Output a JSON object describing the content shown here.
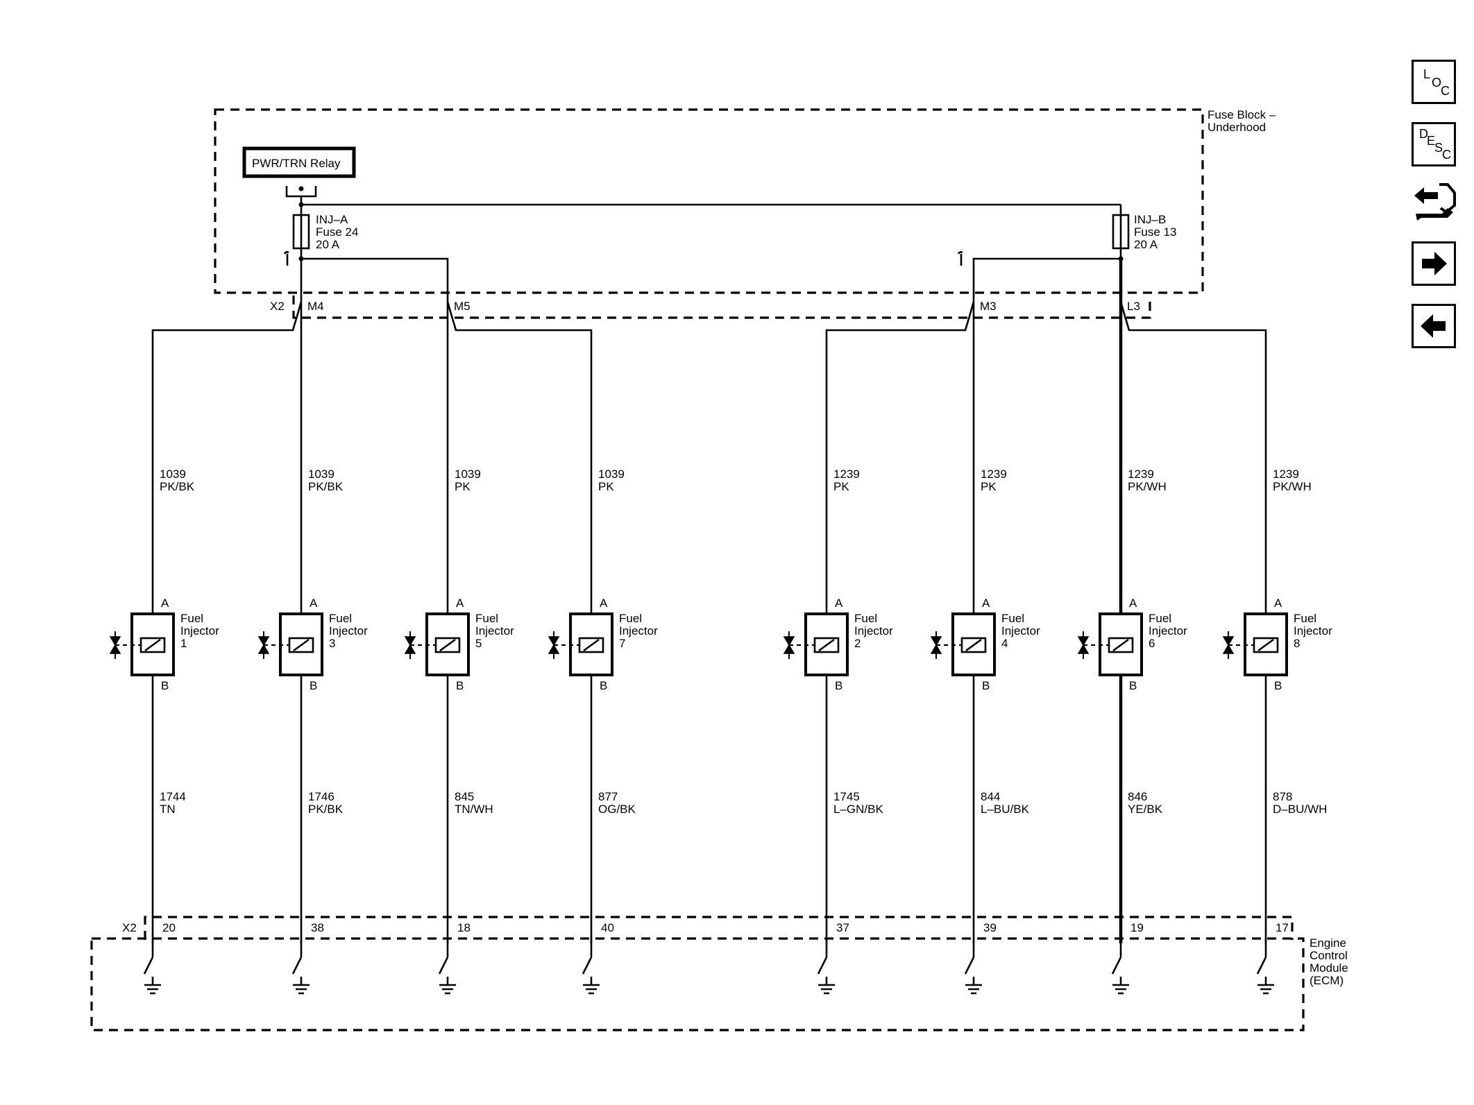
{
  "fuse_block": {
    "label_line1": "Fuse Block –",
    "label_line2": "Underhood",
    "relay_label": "PWR/TRN Relay",
    "fuses": [
      {
        "name": "INJ–A",
        "fuse": "Fuse 24",
        "rating": "20 A"
      },
      {
        "name": "INJ–B",
        "fuse": "Fuse 13",
        "rating": "20 A"
      }
    ],
    "connector": "X2",
    "terminals": [
      "M4",
      "M5",
      "M3",
      "L3"
    ]
  },
  "injectors": [
    {
      "name_line1": "Fuel",
      "name_line2": "Injector",
      "number": "1",
      "pin_a": "A",
      "pin_b": "B",
      "supply_circuit": "1039",
      "supply_color": "PK/BK",
      "control_circuit": "1744",
      "control_color": "TN",
      "ecm_pin": "20"
    },
    {
      "name_line1": "Fuel",
      "name_line2": "Injector",
      "number": "3",
      "pin_a": "A",
      "pin_b": "B",
      "supply_circuit": "1039",
      "supply_color": "PK/BK",
      "control_circuit": "1746",
      "control_color": "PK/BK",
      "ecm_pin": "38"
    },
    {
      "name_line1": "Fuel",
      "name_line2": "Injector",
      "number": "5",
      "pin_a": "A",
      "pin_b": "B",
      "supply_circuit": "1039",
      "supply_color": "PK",
      "control_circuit": "845",
      "control_color": "TN/WH",
      "ecm_pin": "18"
    },
    {
      "name_line1": "Fuel",
      "name_line2": "Injector",
      "number": "7",
      "pin_a": "A",
      "pin_b": "B",
      "supply_circuit": "1039",
      "supply_color": "PK",
      "control_circuit": "877",
      "control_color": "OG/BK",
      "ecm_pin": "40"
    },
    {
      "name_line1": "Fuel",
      "name_line2": "Injector",
      "number": "2",
      "pin_a": "A",
      "pin_b": "B",
      "supply_circuit": "1239",
      "supply_color": "PK",
      "control_circuit": "1745",
      "control_color": "L–GN/BK",
      "ecm_pin": "37"
    },
    {
      "name_line1": "Fuel",
      "name_line2": "Injector",
      "number": "4",
      "pin_a": "A",
      "pin_b": "B",
      "supply_circuit": "1239",
      "supply_color": "PK",
      "control_circuit": "844",
      "control_color": "L–BU/BK",
      "ecm_pin": "39"
    },
    {
      "name_line1": "Fuel",
      "name_line2": "Injector",
      "number": "6",
      "pin_a": "A",
      "pin_b": "B",
      "supply_circuit": "1239",
      "supply_color": "PK/WH",
      "control_circuit": "846",
      "control_color": "YE/BK",
      "ecm_pin": "19"
    },
    {
      "name_line1": "Fuel",
      "name_line2": "Injector",
      "number": "8",
      "pin_a": "A",
      "pin_b": "B",
      "supply_circuit": "1239",
      "supply_color": "PK/WH",
      "control_circuit": "878",
      "control_color": "D–BU/WH",
      "ecm_pin": "17"
    }
  ],
  "ecm": {
    "connector": "X2",
    "label_line1": "Engine",
    "label_line2": "Control",
    "label_line3": "Module",
    "label_line4": "(ECM)"
  },
  "nav": {
    "loc": {
      "l1": "L",
      "l2": "O",
      "l3": "C"
    },
    "desc": {
      "l1": "D",
      "l2": "E",
      "l3": "S",
      "l4": "C"
    },
    "icons": [
      "loc-icon",
      "desc-icon",
      "connector-wrench-icon",
      "arrow-right-icon",
      "arrow-left-icon"
    ]
  }
}
